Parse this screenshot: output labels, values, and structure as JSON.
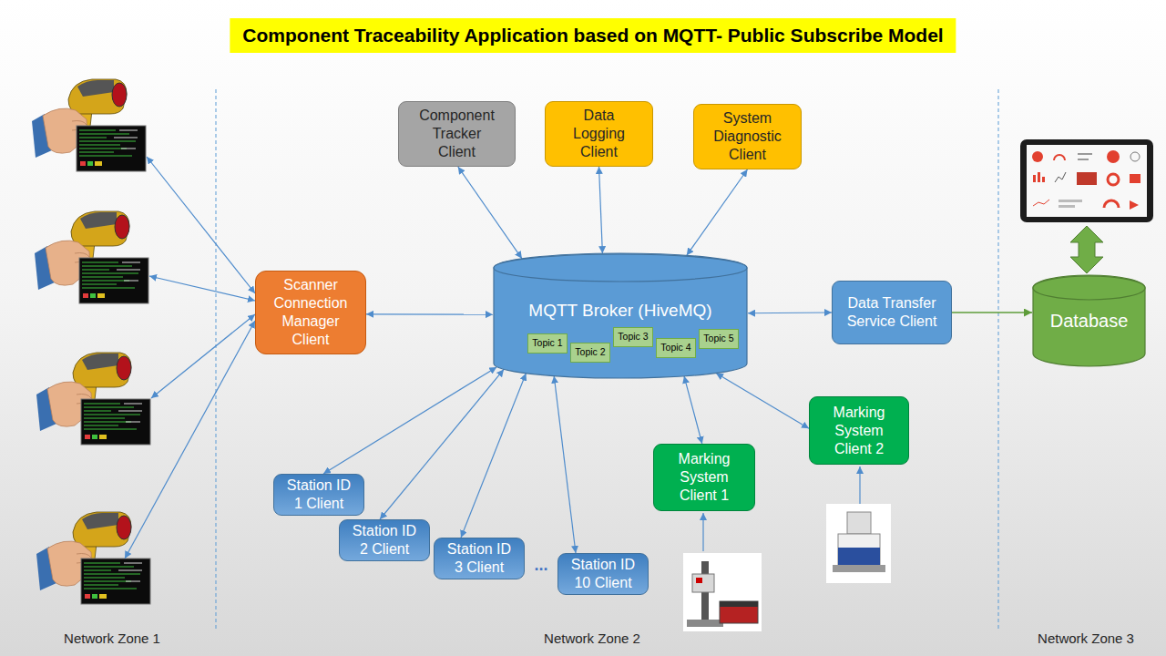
{
  "diagram": {
    "title": "Component Traceability Application based on MQTT- Public Subscribe Model",
    "nodes": [
      {
        "text": [
          "Component Tracker Client"
        ]
      },
      {
        "text": [
          "Data Logging Client"
        ]
      },
      {
        "text": [
          "System Diagnostic Client"
        ]
      },
      {
        "text": [
          "Scanner Connection Manager Client"
        ]
      },
      {
        "text": [
          "MQTT Broker (HiveMQ)"
        ]
      },
      {
        "text": [
          "Topic 1"
        ],
        "in": 4
      },
      {
        "text": [
          "Topic 2"
        ],
        "in": 4
      },
      {
        "text": [
          "Topic 3"
        ],
        "in": 4
      },
      {
        "text": [
          "Topic 4"
        ],
        "in": 4
      },
      {
        "text": [
          "Topic 5"
        ],
        "in": 4
      },
      {
        "text": [
          "Data Transfer Service Client"
        ]
      },
      {
        "text": [
          "Database"
        ]
      },
      {
        "text": [
          "Station ID 1 Client"
        ]
      },
      {
        "text": [
          "Station ID 2 Client"
        ]
      },
      {
        "text": [
          "Station ID 3 Client"
        ]
      },
      {
        "text": [
          "Station ID 10 Client"
        ]
      },
      {
        "text": [
          "Marking System Client 1"
        ]
      },
      {
        "text": [
          "Marking System Client 2"
        ]
      }
    ],
    "edges": [
      {
        "from": 0,
        "to": 4,
        "arrow": "both"
      },
      {
        "from": 1,
        "to": 4,
        "arrow": "both"
      },
      {
        "from": 2,
        "to": 4,
        "arrow": "both"
      },
      {
        "from": 3,
        "to": 4,
        "arrow": "both"
      },
      {
        "from": 4,
        "to": 10,
        "arrow": "both"
      },
      {
        "from": 10,
        "to": 11,
        "arrow": "to"
      },
      {
        "from": 4,
        "to": 12,
        "arrow": "both"
      },
      {
        "from": 4,
        "to": 13,
        "arrow": "both"
      },
      {
        "from": 4,
        "to": 14,
        "arrow": "both"
      },
      {
        "from": 4,
        "to": 15,
        "arrow": "both"
      },
      {
        "from": 4,
        "to": 16,
        "arrow": "both"
      },
      {
        "from": 4,
        "to": 17,
        "arrow": "both"
      }
    ],
    "labels": [
      "...",
      "Network Zone 1",
      "Network Zone 2",
      "Network Zone 3"
    ]
  }
}
